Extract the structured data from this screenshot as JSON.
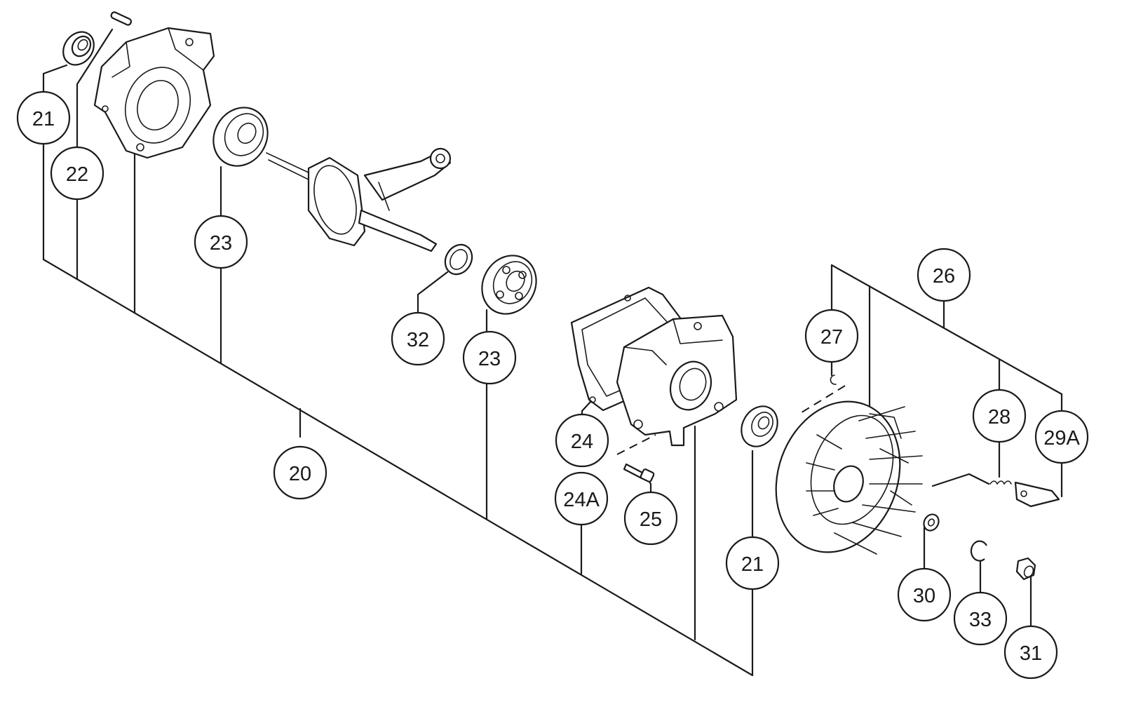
{
  "callouts": {
    "c20": "20",
    "c21a": "21",
    "c21b": "21",
    "c22": "22",
    "c23a": "23",
    "c23b": "23",
    "c24": "24",
    "c24a": "24A",
    "c25": "25",
    "c26": "26",
    "c27": "27",
    "c28": "28",
    "c29a": "29A",
    "c30": "30",
    "c31": "31",
    "c32": "32",
    "c33": "33"
  }
}
